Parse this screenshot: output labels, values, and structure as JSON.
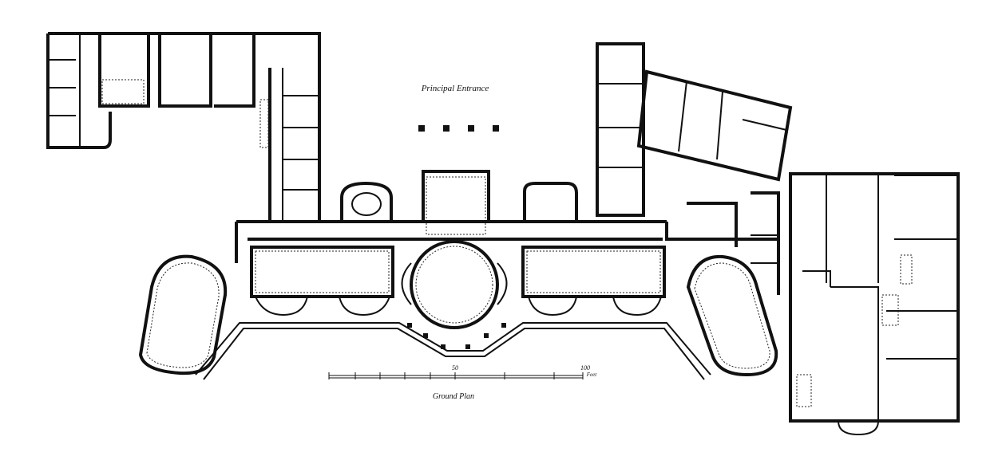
{
  "plan": {
    "labels": {
      "principal_entrance": "Principal Entrance",
      "ground_plan": "Ground Plan"
    },
    "scale": {
      "mid": "50",
      "end": "100",
      "unit": "Feet"
    }
  }
}
